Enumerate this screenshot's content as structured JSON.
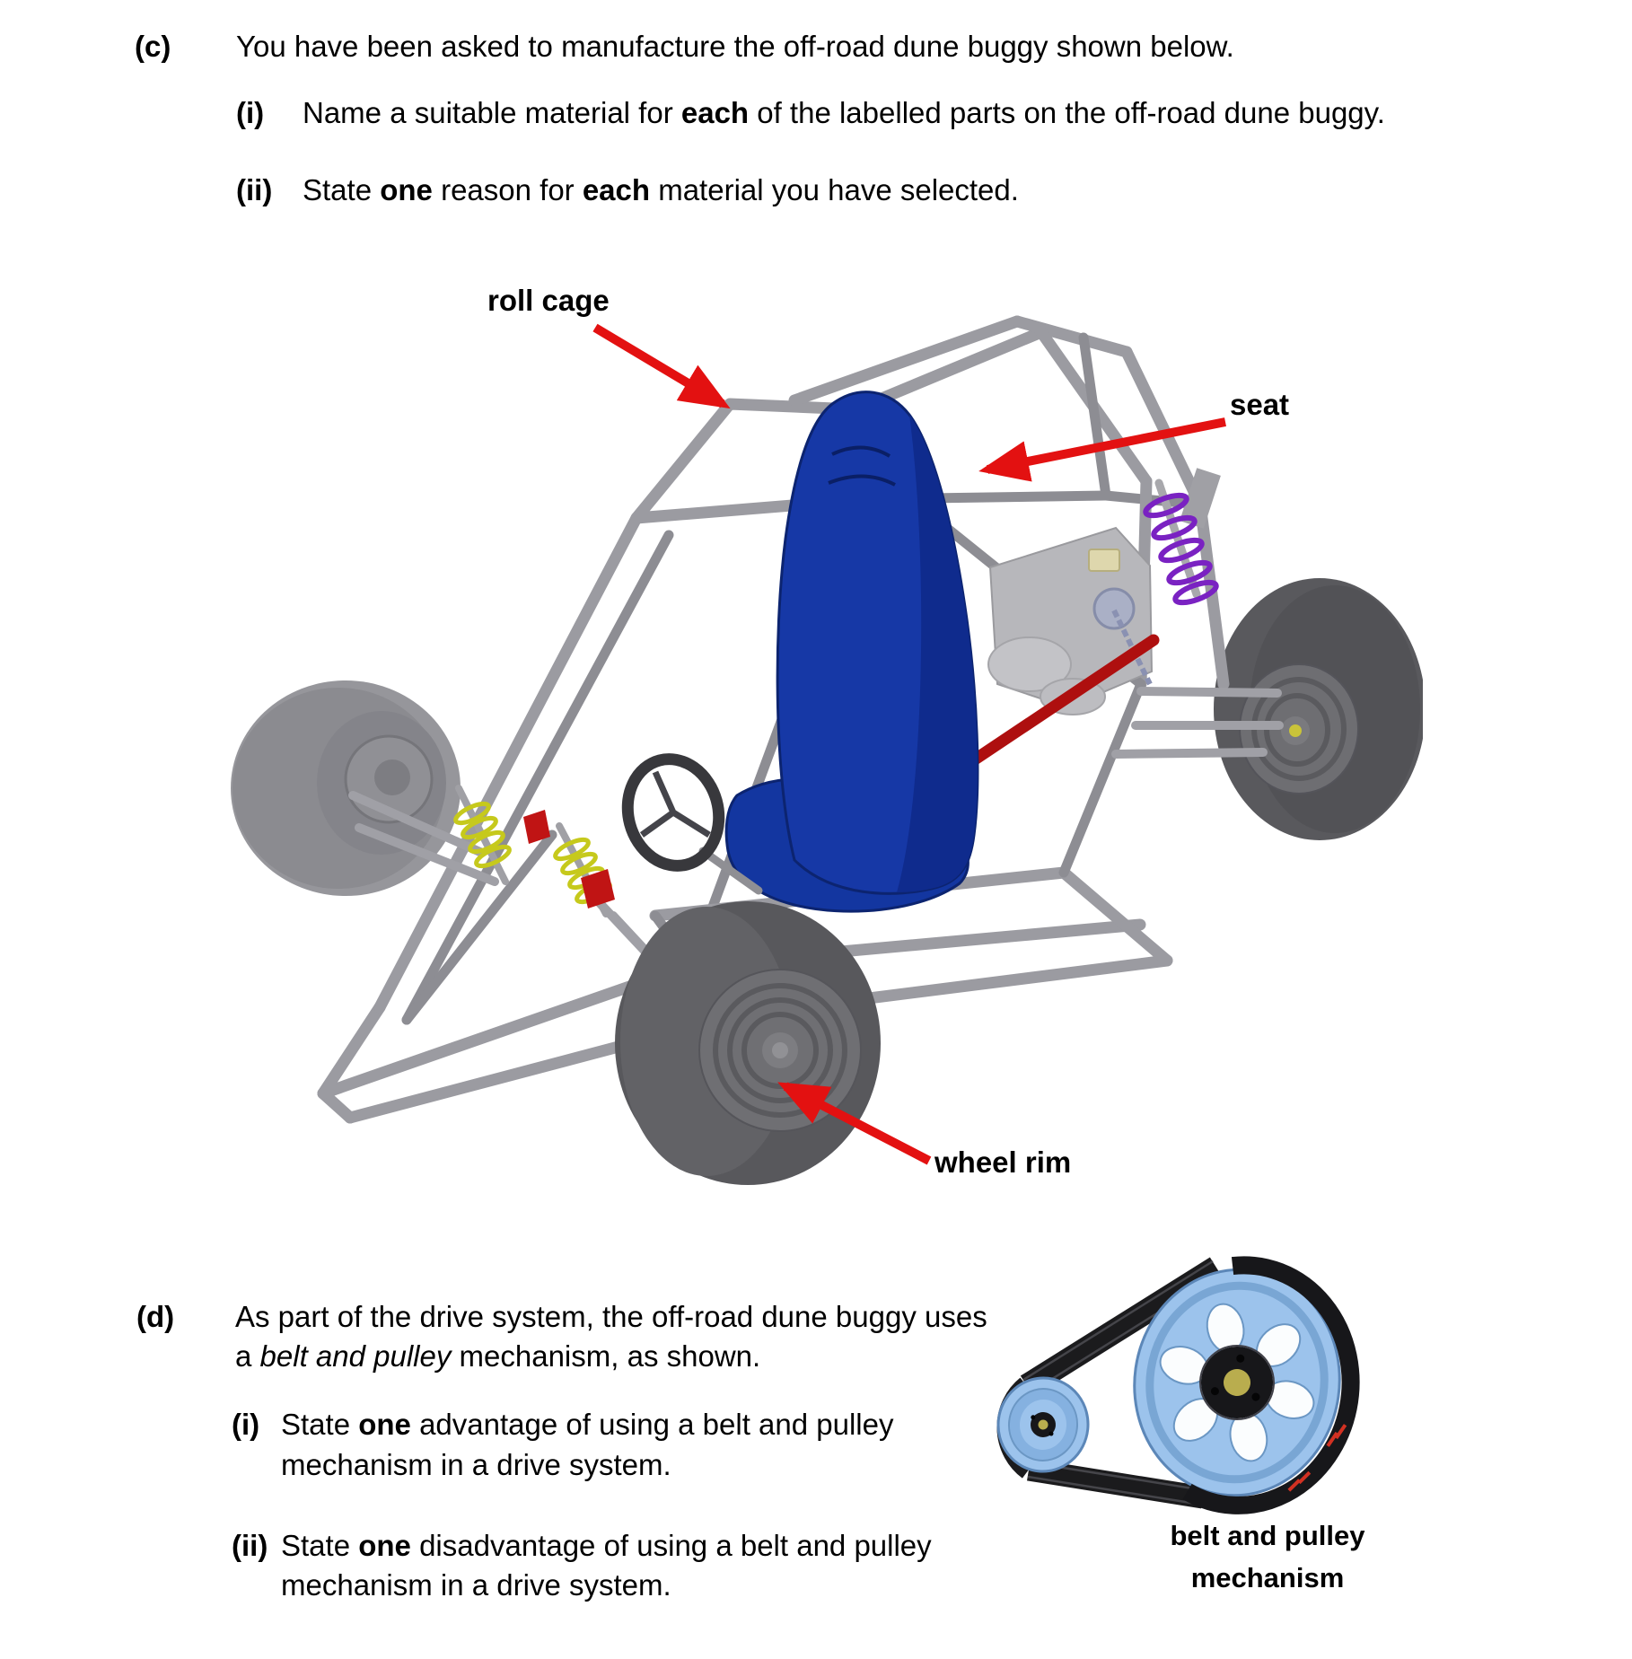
{
  "section_c": {
    "label": "(c)",
    "intro": "You have been asked to manufacture the off-road dune buggy shown below.",
    "item_i": {
      "label": "(i)",
      "seg1": "Name a suitable material for ",
      "bold1": "each",
      "seg2": " of the labelled parts on the off-road dune buggy."
    },
    "item_ii": {
      "label": "(ii)",
      "seg1": "State ",
      "bold1": "one",
      "seg2": " reason for ",
      "bold2": "each",
      "seg3": " material you have selected."
    }
  },
  "buggy_figure": {
    "labels": {
      "roll_cage": "roll cage",
      "seat": "seat",
      "wheel_rim": "wheel rim"
    },
    "colors": {
      "arrow_red": "#e31111",
      "frame_gray": "#9b9ba1",
      "tire_dark": "#58585c",
      "tire_light": "#96969b",
      "seat_blue": "#1638a6",
      "engine_gray": "#b7b7bb",
      "shock_purple": "#7a22c2",
      "spring_yellow": "#c6c91c",
      "accent_red_part": "#c01414"
    }
  },
  "section_d": {
    "label": "(d)",
    "intro_line1": "As part of the drive system, the off-road dune buggy uses",
    "intro_line2_pre": "a ",
    "intro_line2_italic": "belt and pulley",
    "intro_line2_post": " mechanism, as shown.",
    "item_i": {
      "label": "(i)",
      "seg1": "State ",
      "bold1": "one",
      "seg2": " advantage of using a belt and pulley",
      "line2": "mechanism in a drive system."
    },
    "item_ii": {
      "label": "(ii)",
      "seg1": "State ",
      "bold1": "one",
      "seg2": " disadvantage of using a belt and pulley",
      "line2": "mechanism in a drive system."
    }
  },
  "pulley_figure": {
    "caption_line1": "belt and pulley",
    "caption_line2": "mechanism",
    "colors": {
      "pulley_blue": "#9cc3ec",
      "belt_black": "#1b1b1d",
      "hub_yellow": "#b9ad4e"
    }
  }
}
